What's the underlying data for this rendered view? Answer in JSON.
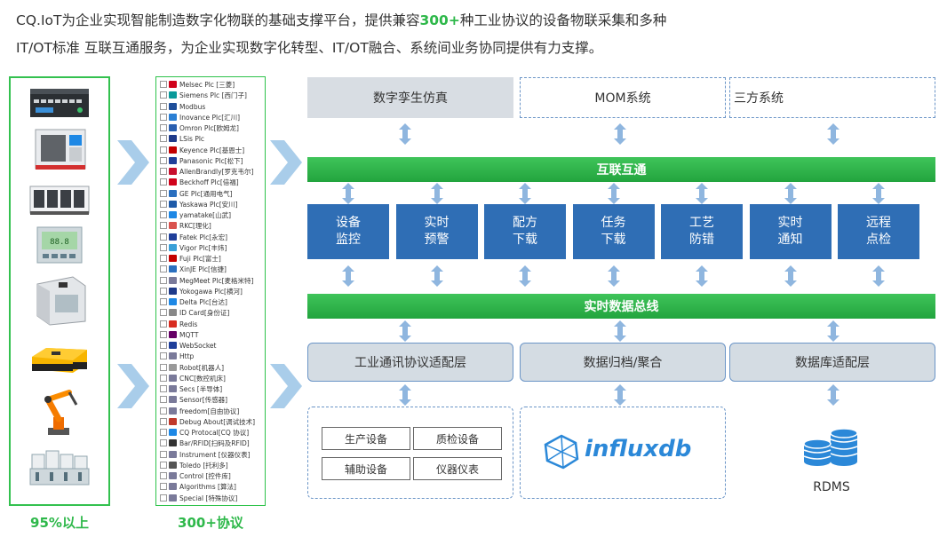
{
  "intro": {
    "line1_before": "CQ.IoT为企业实现智能制造数字化物联的基础支撑平台，提供兼容",
    "line1_highlight": "300+",
    "line1_after": "种工业协议的设备物联采集和多种",
    "line2": "IT/OT标准 互联互通服务，为企业实现数字化转型、IT/OT融合、系统间业务协同提供有力支撑。"
  },
  "devices": [
    "PLC controller",
    "CNC machine",
    "SMT placement machine",
    "Instrument meter",
    "Robot cell enclosure",
    "AGV vehicle",
    "Industrial robot arm",
    "Production line"
  ],
  "protocols": [
    {
      "label": "Melsec Plc [三菱]",
      "icon": "mitsubishi-icon",
      "color": "#d0021b"
    },
    {
      "label": "Siemens Plc [西门子]",
      "icon": "siemens-icon",
      "color": "#0a9a9a"
    },
    {
      "label": "Modbus",
      "icon": "modbus-icon",
      "color": "#1f4f9a"
    },
    {
      "label": "Inovance Plc[汇川]",
      "icon": "inovance-icon",
      "color": "#2a7fd4"
    },
    {
      "label": "Omron Plc[欧姆龙]",
      "icon": "omron-icon",
      "color": "#2a5fb0"
    },
    {
      "label": "LSis Plc",
      "icon": "lsis-icon",
      "color": "#1e3a8a"
    },
    {
      "label": "Keyence Plc[基恩士]",
      "icon": "keyence-icon",
      "color": "#c40000"
    },
    {
      "label": "Panasonic Plc[松下]",
      "icon": "panasonic-icon",
      "color": "#1f3f9a"
    },
    {
      "label": "AllenBrandly[罗克韦尔]",
      "icon": "allen-bradley-icon",
      "color": "#c8102e"
    },
    {
      "label": "Beckhoff Plc[倍福]",
      "icon": "beckhoff-icon",
      "color": "#d0021b"
    },
    {
      "label": "GE Plc[通用电气]",
      "icon": "ge-icon",
      "color": "#2a6fbf"
    },
    {
      "label": "Yaskawa Plc[安川]",
      "icon": "yaskawa-icon",
      "color": "#1e5aa8"
    },
    {
      "label": "yamatake[山武]",
      "icon": "yamatake-icon",
      "color": "#1e88e5"
    },
    {
      "label": "RKC[理化]",
      "icon": "rkc-icon",
      "color": "#d9534f"
    },
    {
      "label": "Fatek Plc[永宏]",
      "icon": "fatek-icon",
      "color": "#1f3f9a"
    },
    {
      "label": "Vigor Plc[丰炜]",
      "icon": "vigor-icon",
      "color": "#3aa0d8"
    },
    {
      "label": "Fuji Plc[富士]",
      "icon": "fuji-icon",
      "color": "#c40000"
    },
    {
      "label": "XinJE Plc[信捷]",
      "icon": "xinje-icon",
      "color": "#2a6fbf"
    },
    {
      "label": "MegMeet Plc[麦格米特]",
      "icon": "megmeet-icon",
      "color": "#7a7a9a"
    },
    {
      "label": "Yokogawa Plc[横河]",
      "icon": "yokogawa-icon",
      "color": "#1e3a8a"
    },
    {
      "label": "Delta Plc[台达]",
      "icon": "delta-icon",
      "color": "#1e88e5"
    },
    {
      "label": "ID Card[身份证]",
      "icon": "id-card-icon",
      "color": "#888888"
    },
    {
      "label": "Redis",
      "icon": "redis-icon",
      "color": "#d82c20"
    },
    {
      "label": "MQTT",
      "icon": "mqtt-icon",
      "color": "#660066"
    },
    {
      "label": "WebSocket",
      "icon": "websocket-icon",
      "color": "#1f3f9a"
    },
    {
      "label": "Http",
      "icon": "http-icon",
      "color": "#7a7a9a"
    },
    {
      "label": "Robot[机器人]",
      "icon": "robot-icon",
      "color": "#999999"
    },
    {
      "label": "CNC[数控机床]",
      "icon": "cnc-icon",
      "color": "#7a7a9a"
    },
    {
      "label": "Secs [半导体]",
      "icon": "secs-icon",
      "color": "#7a7a9a"
    },
    {
      "label": "Sensor[传感器]",
      "icon": "sensor-icon",
      "color": "#7a7a9a"
    },
    {
      "label": "freedom[自由协议]",
      "icon": "freedom-icon",
      "color": "#7a7a9a"
    },
    {
      "label": "Debug About[调试技术]",
      "icon": "debug-icon",
      "color": "#c0392b"
    },
    {
      "label": "CQ Protocal[CQ 协议]",
      "icon": "cq-protocol-icon",
      "color": "#1e88e5"
    },
    {
      "label": "Bar/RFID[扫码及RFID]",
      "icon": "barcode-icon",
      "color": "#333333"
    },
    {
      "label": "Instrument [仪器仪表]",
      "icon": "instrument-icon",
      "color": "#7a7a9a"
    },
    {
      "label": "Toledo [托利多]",
      "icon": "toledo-icon",
      "color": "#555555"
    },
    {
      "label": "Control [控件库]",
      "icon": "control-icon",
      "color": "#7a7a9a"
    },
    {
      "label": "Algorithms [算法]",
      "icon": "algorithms-icon",
      "color": "#7a7a9a"
    },
    {
      "label": "Special [特殊协议]",
      "icon": "special-icon",
      "color": "#7a7a9a"
    }
  ],
  "labels": {
    "devices_footer": "95%以上",
    "protocols_footer": "300+协议"
  },
  "top_systems": [
    "数字孪生仿真",
    "MOM系统",
    "三方系统"
  ],
  "interconnect_bus": "互联互通",
  "functions": [
    {
      "line1": "设备",
      "line2": "监控"
    },
    {
      "line1": "实时",
      "line2": "预警"
    },
    {
      "line1": "配方",
      "line2": "下载"
    },
    {
      "line1": "任务",
      "line2": "下载"
    },
    {
      "line1": "工艺",
      "line2": "防错"
    },
    {
      "line1": "实时",
      "line2": "通知"
    },
    {
      "line1": "远程",
      "line2": "点检"
    }
  ],
  "data_bus": "实时数据总线",
  "adapters": [
    "工业通讯协议适配层",
    "数据归档/聚合",
    "数据库适配层"
  ],
  "equipment": [
    "生产设备",
    "质检设备",
    "辅助设备",
    "仪器仪表"
  ],
  "influxdb": "influxdb",
  "rdms": "RDMS",
  "colors": {
    "green": "#2eb84a",
    "blue_func": "#2f6eb5",
    "dashed_border": "#6b95c7",
    "arrow": "#8fb6df",
    "chevron": "#a9cdea"
  }
}
